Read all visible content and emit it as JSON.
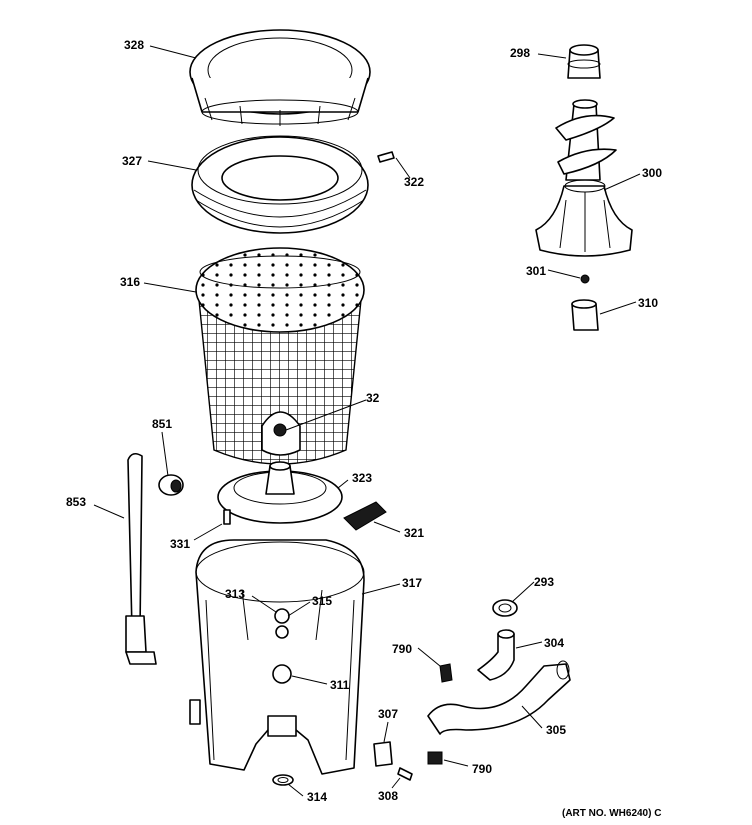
{
  "parts": [
    {
      "key": "p328",
      "label": "328"
    },
    {
      "key": "p327",
      "label": "327"
    },
    {
      "key": "p322",
      "label": "322"
    },
    {
      "key": "p316",
      "label": "316"
    },
    {
      "key": "p32",
      "label": "32"
    },
    {
      "key": "p851",
      "label": "851"
    },
    {
      "key": "p853",
      "label": "853"
    },
    {
      "key": "p323",
      "label": "323"
    },
    {
      "key": "p321",
      "label": "321"
    },
    {
      "key": "p331",
      "label": "331"
    },
    {
      "key": "p317",
      "label": "317"
    },
    {
      "key": "p313",
      "label": "313"
    },
    {
      "key": "p315",
      "label": "315"
    },
    {
      "key": "p311",
      "label": "311"
    },
    {
      "key": "p314",
      "label": "314"
    },
    {
      "key": "p298",
      "label": "298"
    },
    {
      "key": "p300",
      "label": "300"
    },
    {
      "key": "p301",
      "label": "301"
    },
    {
      "key": "p310",
      "label": "310"
    },
    {
      "key": "p293",
      "label": "293"
    },
    {
      "key": "p304",
      "label": "304"
    },
    {
      "key": "p790a",
      "label": "790"
    },
    {
      "key": "p790b",
      "label": "790"
    },
    {
      "key": "p305",
      "label": "305"
    },
    {
      "key": "p307",
      "label": "307"
    },
    {
      "key": "p308",
      "label": "308"
    }
  ],
  "art_number": "(ART NO. WH6240) C"
}
